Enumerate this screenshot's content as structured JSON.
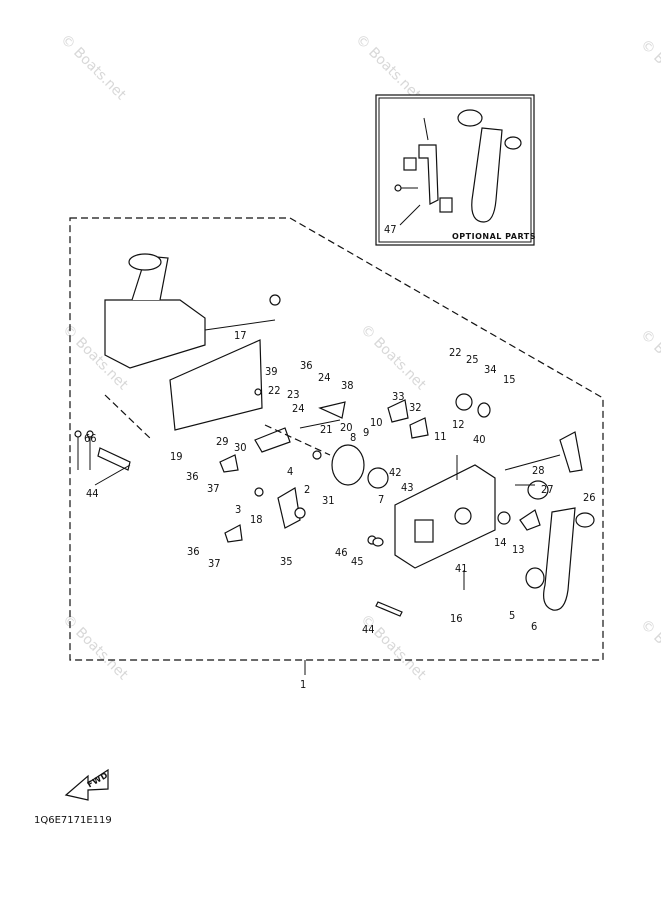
{
  "watermark": "© Boats.net",
  "diagram_code": "1Q6E7171E119",
  "optional_box": {
    "label": "OPTIONAL PARTS",
    "part_number": "47"
  },
  "fwd_label": "FWD",
  "callouts": [
    "1",
    "2",
    "3",
    "4",
    "5",
    "6",
    "7",
    "8",
    "9",
    "10",
    "11",
    "12",
    "13",
    "14",
    "15",
    "16",
    "17",
    "18",
    "19",
    "20",
    "21",
    "22",
    "22",
    "23",
    "24",
    "24",
    "25",
    "26",
    "27",
    "28",
    "29",
    "30",
    "31",
    "32",
    "33",
    "34",
    "35",
    "36",
    "36",
    "36",
    "37",
    "37",
    "38",
    "39",
    "40",
    "41",
    "42",
    "43",
    "44",
    "44",
    "45",
    "46",
    "66"
  ]
}
